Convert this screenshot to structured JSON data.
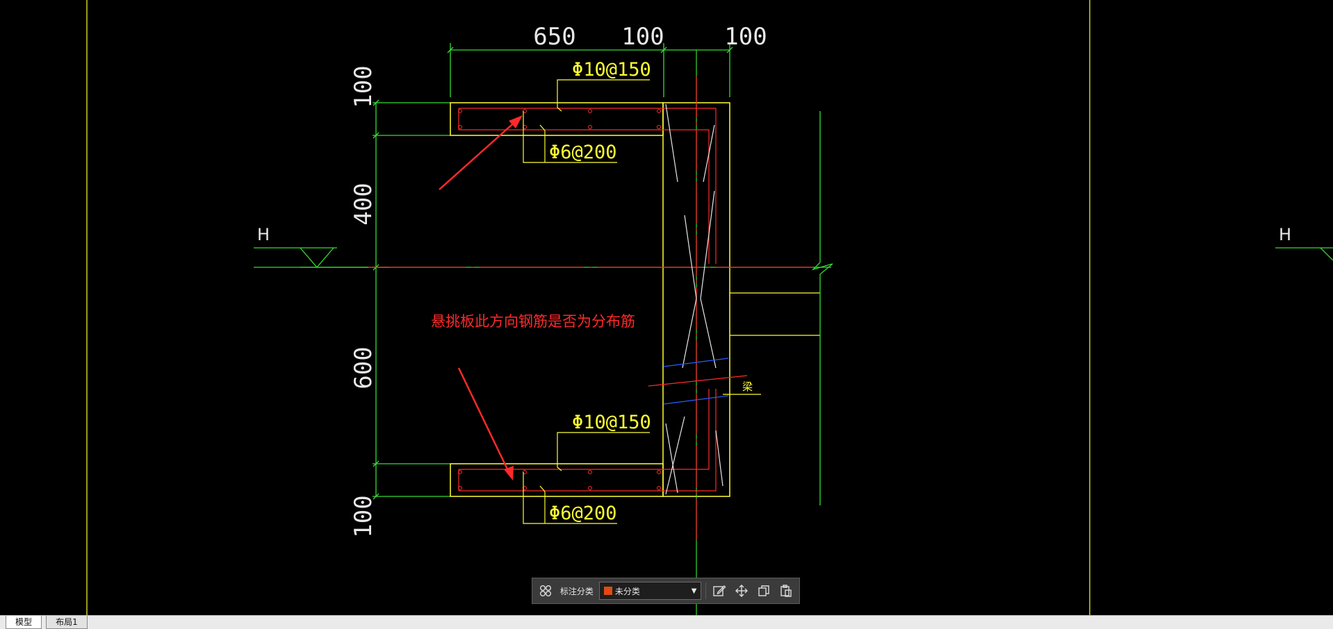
{
  "drawing": {
    "dims_top": [
      "650",
      "100",
      "100"
    ],
    "dims_left": [
      "100",
      "400",
      "600",
      "100"
    ],
    "rebar_top_main": "Φ10@150",
    "rebar_top_dist": "Φ6@200",
    "rebar_bottom_main": "Φ10@150",
    "rebar_bottom_dist": "Φ6@200",
    "level_left": "H",
    "level_right": "H",
    "note": "悬挑板此方向钢筋是否为分布筋",
    "beam_mark": "梁"
  },
  "toolbar": {
    "category_label": "标注分类",
    "category_value": "未分类",
    "category_color": "#e04a12",
    "icons": [
      "grid-icon",
      "edit-icon",
      "move-icon",
      "copy-icon",
      "paste-icon"
    ]
  },
  "tabs": {
    "model": "模型",
    "layout1": "布局1"
  },
  "colors": {
    "background": "#000000",
    "outline": "#ffff33",
    "dimension": "#33dd33",
    "rebar": "#ff2a2a",
    "arrow": "#ff2a2a",
    "blue_line": "#2a5cff"
  }
}
